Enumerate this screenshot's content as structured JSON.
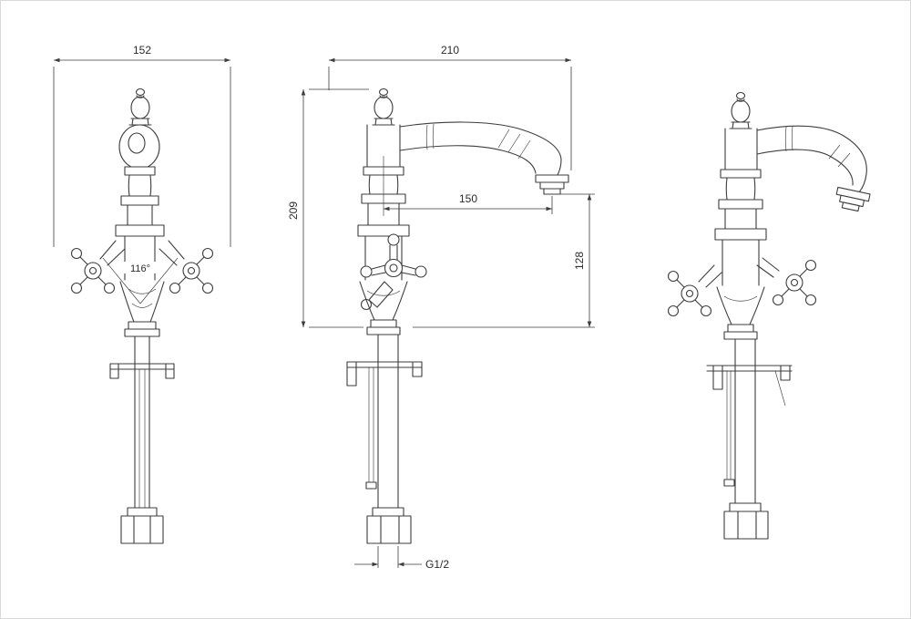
{
  "drawing": {
    "colors": {
      "background": "#ffffff",
      "line": "#3d3d3d",
      "dimension": "#3d3d3d",
      "text": "#2b2b2b",
      "border": "#d9d9d9"
    },
    "dimensions": {
      "front_overall_width": "152",
      "side_overall_length": "210",
      "side_overall_height": "209",
      "spout_reach": "150",
      "spout_height": "128",
      "handle_angle": "116°",
      "inlet_thread": "G1/2"
    }
  }
}
